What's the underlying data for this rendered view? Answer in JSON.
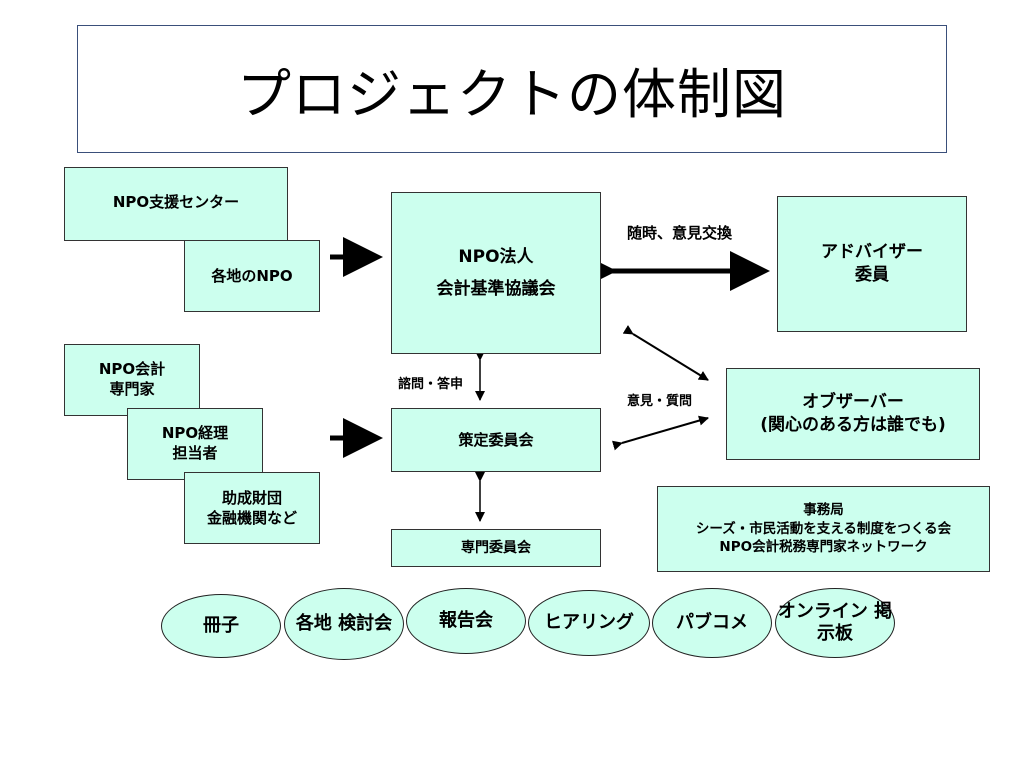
{
  "title": "プロジェクトの体制図",
  "left_groups": {
    "top": [
      "NPO支援センター",
      "各地のNPO"
    ],
    "middle": [
      [
        "NPO会計",
        "専門家"
      ],
      [
        "NPO経理",
        "担当者"
      ],
      [
        "助成財団",
        "金融機関など"
      ]
    ]
  },
  "center": {
    "main": [
      "NPO法人",
      "会計基準協議会"
    ],
    "committee": "策定委員会",
    "expert_committee": "専門委員会",
    "label_consult": "諮問・答申"
  },
  "right": {
    "advisor": [
      "アドバイザー",
      "委員"
    ],
    "label_exchange": "随時、意見交換",
    "observer": [
      "オブザーバー",
      "(関心のある方は誰でも)"
    ],
    "label_question": "意見・質問",
    "secretariat": [
      "事務局",
      "シーズ・市民活動を支える制度をつくる会",
      "NPO会計税務専門家ネットワーク"
    ]
  },
  "activities": [
    [
      "冊子"
    ],
    [
      "各地",
      "検討会"
    ],
    [
      "報告会"
    ],
    [
      "ヒアリング"
    ],
    [
      "パブコメ"
    ],
    [
      "オンライン",
      "掲示板"
    ]
  ],
  "colors": {
    "box_fill": "#ccffee",
    "border": "#333333",
    "title_border": "#3a4f7a"
  }
}
